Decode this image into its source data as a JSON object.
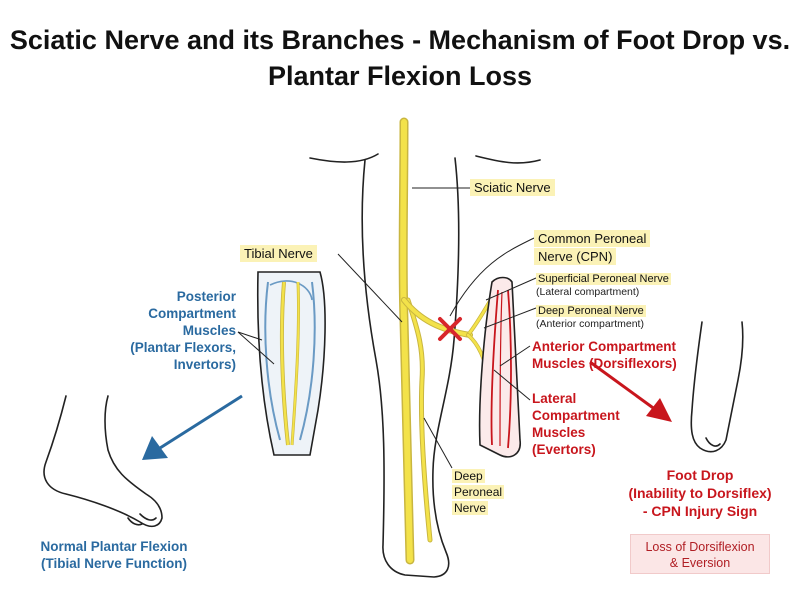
{
  "title": "Sciatic Nerve and its Branches - Mechanism of Foot Drop vs. Plantar Flexion Loss",
  "labels": {
    "sciatic": "Sciatic Nerve",
    "tibial": "Tibial Nerve",
    "cpn_line1": "Common Peroneal",
    "cpn_line2": "Nerve (CPN)",
    "superficial": "Superficial Peroneal Nerve",
    "superficial_sub": "(Lateral compartment)",
    "deep": "Deep Peroneal Nerve",
    "deep_sub": "(Anterior compartment)",
    "deep_lower_1": "Deep",
    "deep_lower_2": "Peroneal",
    "deep_lower_3": "Nerve",
    "posterior_1": "Posterior",
    "posterior_2": "Compartment",
    "posterior_3": "Muscles",
    "posterior_4": "(Plantar Flexors,",
    "posterior_5": "Invertors)",
    "anterior_1": "Anterior Compartment",
    "anterior_2": "Muscles (Dorsiflexors)",
    "lateral_1": "Lateral",
    "lateral_2": "Compartment",
    "lateral_3": "Muscles",
    "lateral_4": "(Evertors)"
  },
  "captions": {
    "normal_1": "Normal Plantar Flexion",
    "normal_2": "(Tibial Nerve Function)",
    "footdrop_1": "Foot Drop",
    "footdrop_2": "(Inability to Dorsiflex)",
    "footdrop_3": "- CPN Injury Sign",
    "loss_1": "Loss of Dorsiflexion",
    "loss_2": "& Eversion"
  },
  "colors": {
    "nerve": "#f3e24a",
    "muscle_blue": "#2a6aa0",
    "muscle_red": "#c8161d",
    "injury_mark": "#d8262b"
  },
  "icons": {
    "injury": "x-mark-icon",
    "arrow_normal": "blue-arrow-icon",
    "arrow_drop": "red-arrow-icon"
  }
}
